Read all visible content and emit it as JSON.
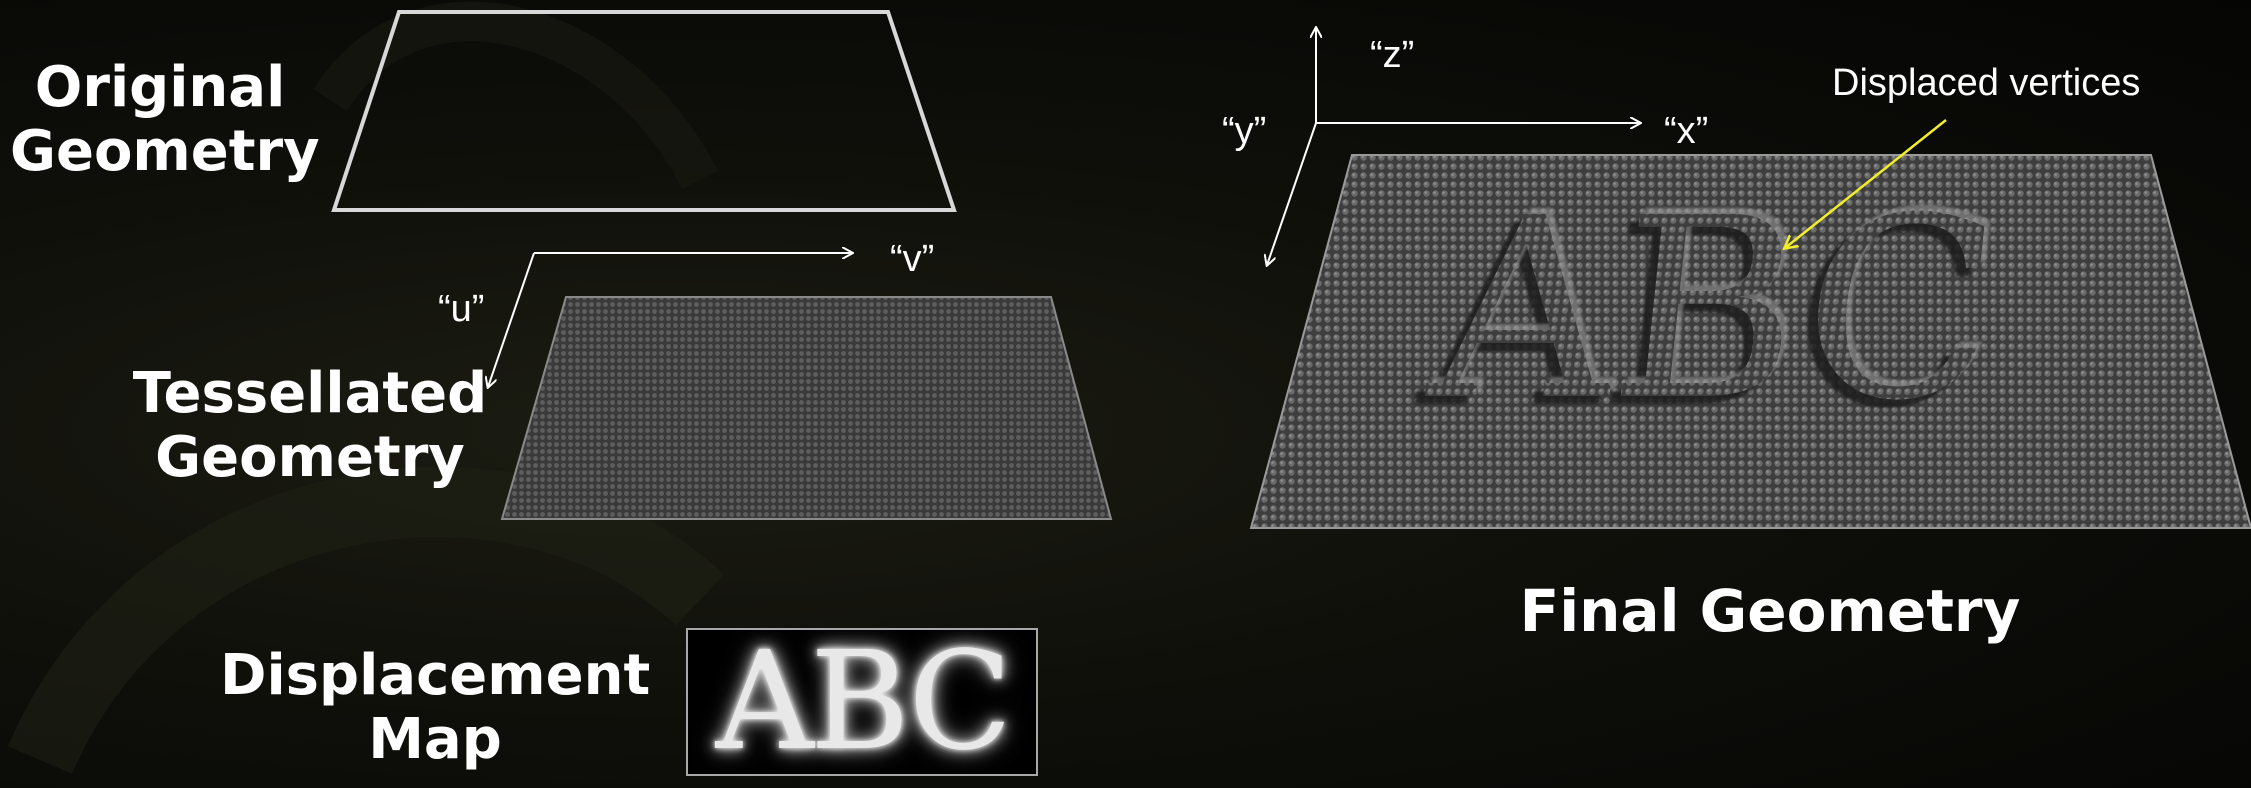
{
  "labels": {
    "original_line1": "Original",
    "original_line2": "Geometry",
    "tessellated_line1": "Tessellated",
    "tessellated_line2": "Geometry",
    "displacement_line1": "Displacement",
    "displacement_line2": "Map",
    "final": "Final Geometry",
    "callout": "Displaced vertices"
  },
  "axes": {
    "u": "“u”",
    "v": "“v”",
    "x": "“x”",
    "y": "“y”",
    "z": "“z”"
  },
  "displacement_map_text": "ABC",
  "relief_text": "ABC",
  "colors": {
    "background": "#0d0d09",
    "outline": "#d8d8d8",
    "mesh": "#555555",
    "callout_arrow": "#f2ef2a"
  }
}
